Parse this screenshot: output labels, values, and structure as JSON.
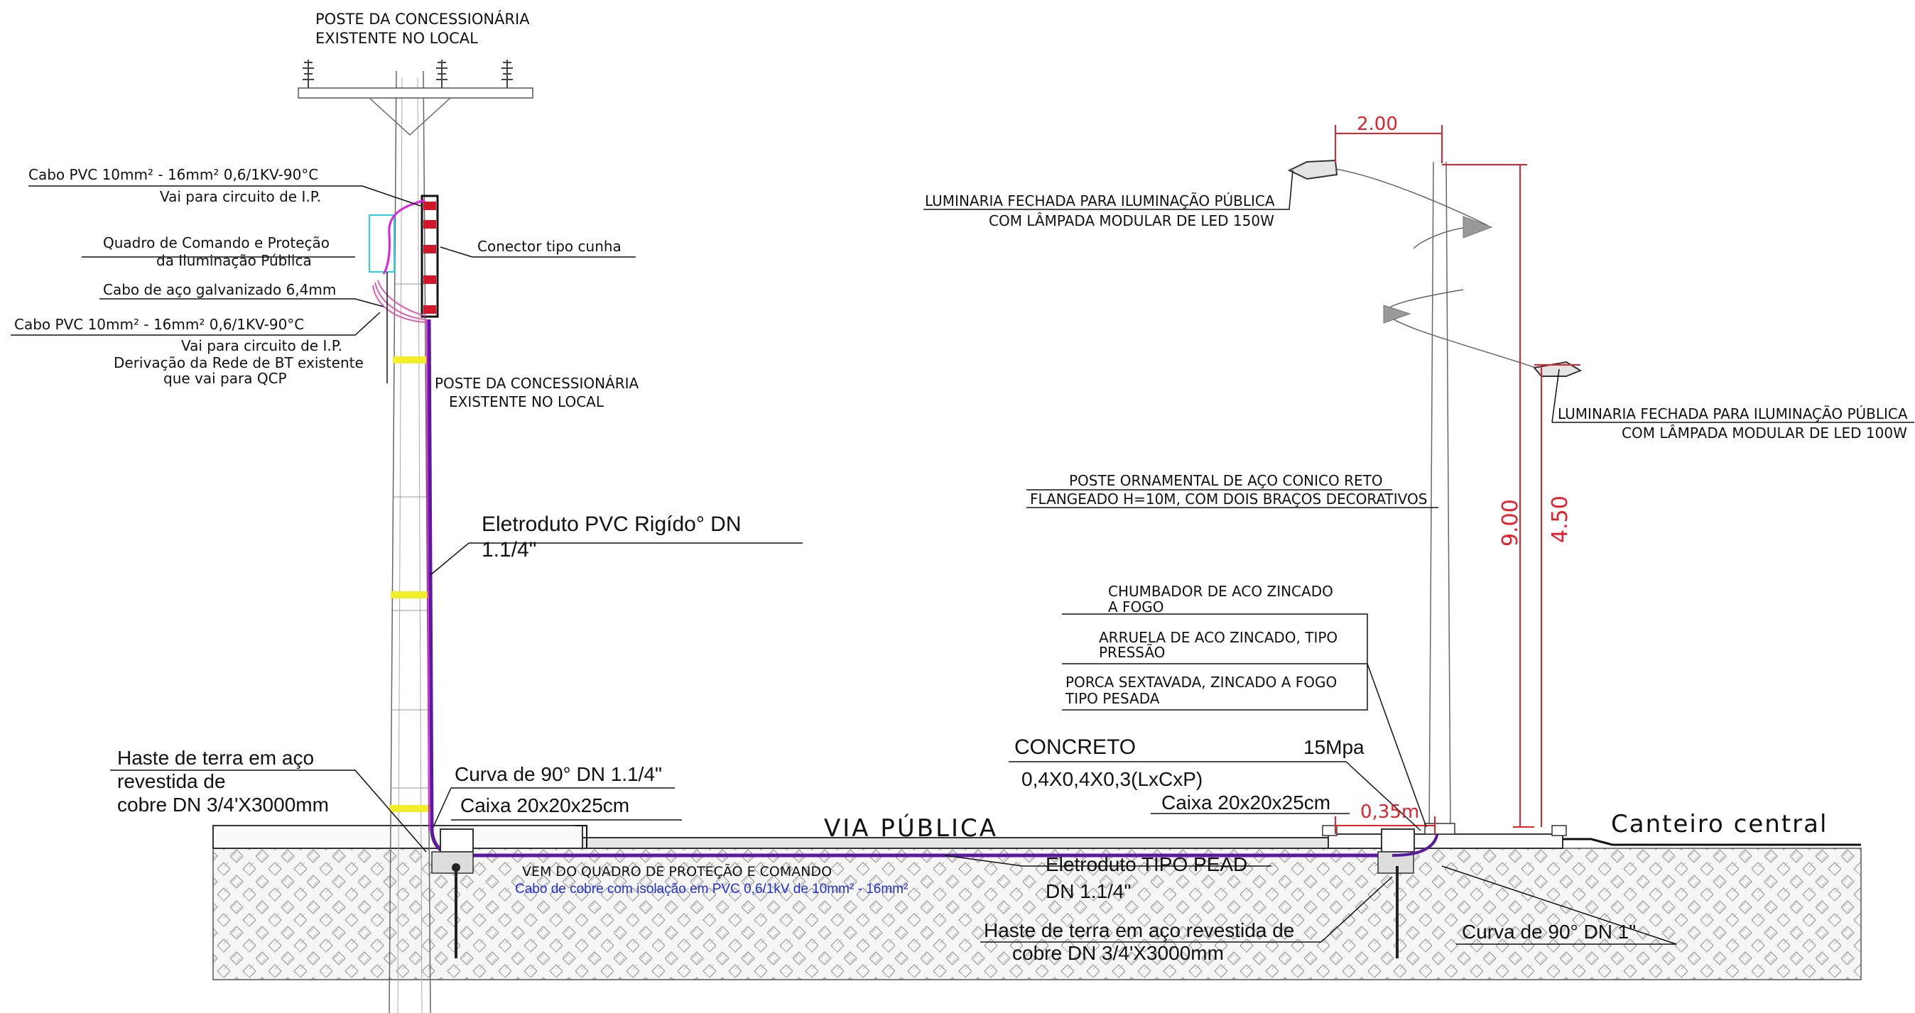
{
  "labels": {
    "poste_top_1": "POSTE DA CONCESSIONÁRIA",
    "poste_top_2": "EXISTENTE NO LOCAL",
    "cabo_pvc_1_a": "Cabo PVC 10mm² - 16mm² 0,6/1KV-90°C",
    "cabo_pvc_1_b": "Vai para circuito de I.P.",
    "quadro_a": "Quadro de Comando e Proteção",
    "quadro_b": "da Iluminação Pública",
    "cabo_aco": "Cabo de aço galvanizado 6,4mm",
    "cabo_pvc_2_a": "Cabo PVC 10mm² - 16mm² 0,6/1KV-90°C",
    "cabo_pvc_2_b": "Vai para circuito de I.P.",
    "cabo_pvc_2_c": "Derivação da Rede de BT existente",
    "cabo_pvc_2_d": "que vai para QCP",
    "conector": "Conector tipo cunha",
    "poste_mid_1": "POSTE DA CONCESSIONÁRIA",
    "poste_mid_2": "EXISTENTE NO LOCAL",
    "eletroduto_pvc_1": "Eletroduto PVC Rigído° DN",
    "eletroduto_pvc_2": "1.1/4\"",
    "haste_left_1": "Haste de terra em aço",
    "haste_left_2": "revestida de",
    "haste_left_3": "cobre DN 3/4'X3000mm",
    "curva_left": "Curva de 90° DN 1.1/4\"",
    "caixa_left": "Caixa 20x20x25cm",
    "via_publica": "VIA PÚBLICA",
    "vem_do_quadro": "VEM DO QUADRO DE PROTEÇÃO E COMANDO",
    "cabo_cobre": "Cabo de cobre com isolação em PVC 0,6/1kV de 10mm² - 16mm²",
    "eletroduto_pead_1": "Eletroduto TIPO PEAD",
    "eletroduto_pead_2": "DN 1.1/4\"",
    "haste_right_1": "Haste de terra em aço revestida de",
    "haste_right_2": "cobre DN 3/4'X3000mm",
    "curva_right": "Curva de 90° DN 1\"",
    "concreto": "CONCRETO",
    "mpa": "15Mpa",
    "dimensoes": "0,4X0,4X0,3(LxCxP)",
    "caixa_right": "Caixa 20x20x25cm",
    "dist_035": "0,35m",
    "canteiro": "Canteiro central",
    "chumbador_1": "CHUMBADOR DE ACO ZINCADO",
    "chumbador_2": "A FOGO",
    "arruela_1": "ARRUELA DE ACO ZINCADO, TIPO",
    "arruela_2": "PRESSÃO",
    "porca_1": "PORCA SEXTAVADA, ZINCADO A FOGO",
    "porca_2": "TIPO PESADA",
    "poste_orn_1": "POSTE ORNAMENTAL DE AÇO CONICO RETO",
    "poste_orn_2": "FLANGEADO H=10M, COM DOIS BRAÇOS DECORATIVOS",
    "lum_150_1": "LUMINARIA FECHADA PARA ILUMINAÇÃO PÚBLICA",
    "lum_150_2": "COM LÂMPADA MODULAR DE LED 150W",
    "lum_100_1": "LUMINARIA FECHADA PARA ILUMINAÇÃO PÚBLICA",
    "lum_100_2": "COM LÂMPADA MODULAR DE LED 100W",
    "dim_200": "2.00",
    "dim_900": "9.00",
    "dim_450": "4.50"
  },
  "colors": {
    "line": "#111111",
    "dimension_red": "#e8202a",
    "cable_magenta": "#e020e0",
    "cable_purple": "#5a1aa0",
    "band_yellow": "#f2ee2a",
    "panel_cyan": "#27d4e4",
    "cable_label_blue": "#1f2ee0"
  }
}
